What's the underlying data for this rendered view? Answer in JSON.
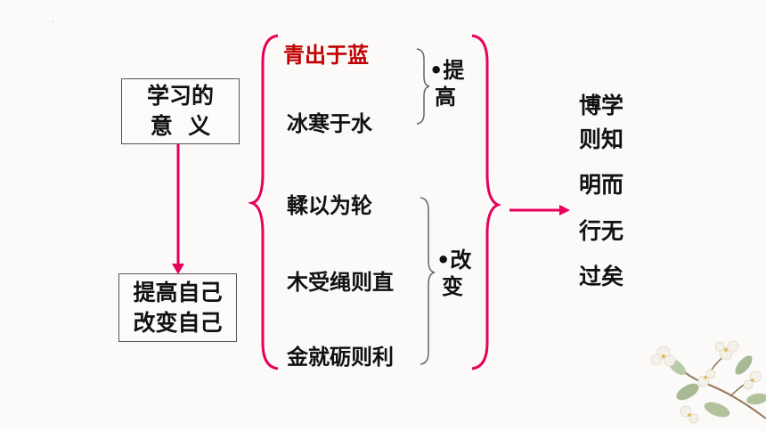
{
  "left_boxes": {
    "top": [
      "学习的",
      "意  义"
    ],
    "bottom": [
      "提高自己",
      "改变自己"
    ]
  },
  "phrases": [
    "青出于蓝",
    "冰寒于水",
    "輮以为轮",
    "木受绳则直",
    "金就砺则利"
  ],
  "groups": {
    "improve": [
      "•提",
      "高"
    ],
    "change": [
      "•改",
      "变"
    ]
  },
  "result": [
    "博学",
    "则知",
    "明而",
    "行无",
    "过矣"
  ],
  "colors": {
    "accent": "#e6005c",
    "highlight": "#c00000"
  }
}
